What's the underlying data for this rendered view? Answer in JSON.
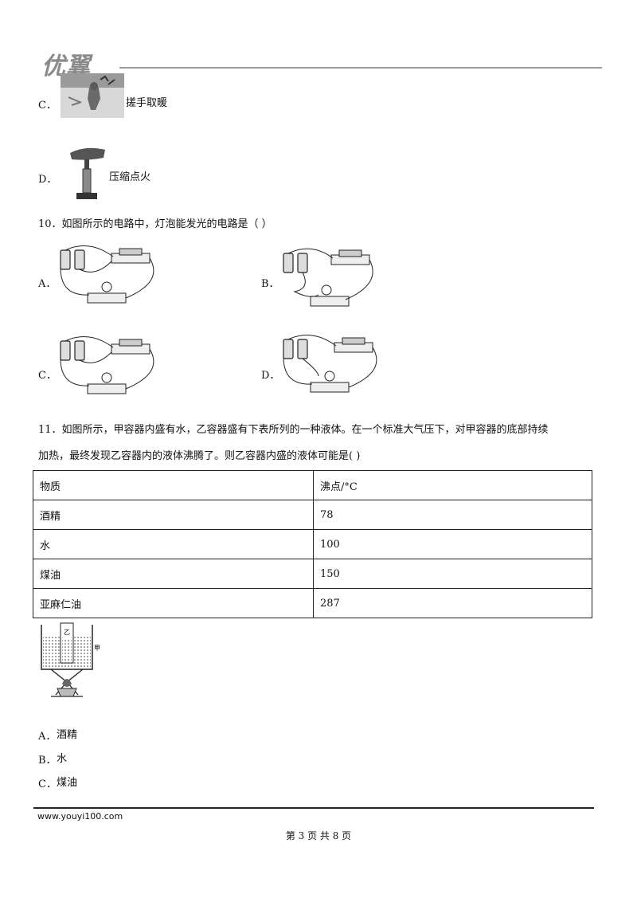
{
  "header": {
    "logo_text": "优翼"
  },
  "prev_options": [
    {
      "letter": "C．",
      "text": "搓手取暖",
      "icon": "rubbing-hands-image"
    },
    {
      "letter": "D．",
      "text": "压缩点火",
      "icon": "air-piston-fire-image"
    }
  ],
  "q10": {
    "stem": "10．如图所示的电路中，灯泡能发光的电路是（    ）",
    "options": [
      "A．",
      "B．",
      "C．",
      "D．"
    ]
  },
  "q11": {
    "stem_line1": "11．如图所示，甲容器内盛有水，乙容器盛有下表所列的一种液体。在一个标准大气压下，对甲容器的底部持续",
    "stem_line2": "加热，最终发现乙容器内的液体沸腾了。则乙容器内盛的液体可能是(      )",
    "table": {
      "headers": [
        "物质",
        "沸点/°C"
      ],
      "rows": [
        [
          "酒精",
          "78"
        ],
        [
          "水",
          "100"
        ],
        [
          "煤油",
          "150"
        ],
        [
          "亚麻仁油",
          "287"
        ]
      ]
    },
    "figure_labels": {
      "inner": "乙",
      "outer": "甲"
    },
    "options": [
      {
        "letter": "A．",
        "text": "酒精"
      },
      {
        "letter": "B．",
        "text": "水"
      },
      {
        "letter": "C．",
        "text": "煤油"
      }
    ]
  },
  "footer": {
    "url": "www.youyi100.com",
    "page": "第 3 页 共 8 页"
  }
}
